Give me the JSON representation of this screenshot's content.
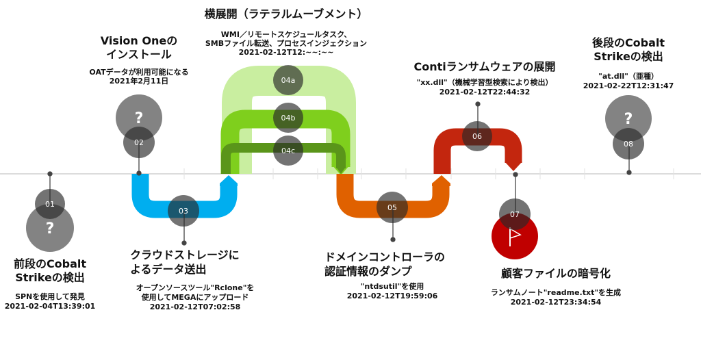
{
  "colors": {
    "blue": "#00aeef",
    "light_green": "#c9eea0",
    "green": "#7fcf1d",
    "dark_green": "#5a951a",
    "orange": "#e06100",
    "red": "#c3260e",
    "alert_red": "#c00000",
    "marker_gray": "#4a4a4a"
  },
  "events": [
    {
      "id": "01",
      "icon": "question-icon",
      "title": [
        "前段のCobalt",
        "Strikeの検出"
      ],
      "desc": [
        "SPNを使用して発見",
        "2021-02-04T13:39:01"
      ]
    },
    {
      "id": "02",
      "icon": "question-icon",
      "title": [
        "Vision Oneの",
        "インストール"
      ],
      "desc": [
        "OATデータが利用可能になる",
        "2021年2月11日"
      ]
    },
    {
      "id": "03",
      "title": [
        "クラウドストレージに",
        "よるデータ送出"
      ],
      "desc": [
        "オープンソースツール\"Rclone\"を",
        "使用してMEGAにアップロード",
        "2021-02-12T07:02:58"
      ]
    },
    {
      "id": "04",
      "markers": [
        "04a",
        "04b",
        "04c"
      ],
      "title": [
        "横展開（ラテラルムーブメント）"
      ],
      "desc": [
        "WMI／リモートスケジュールタスク、",
        "SMBファイル転送、プロセスインジェクション",
        "2021-02-12T12:~~:~~"
      ]
    },
    {
      "id": "05",
      "title": [
        "ドメインコントローラの",
        "認証情報のダンプ"
      ],
      "desc": [
        "\"ntdsutil\"を使用",
        "2021-02-12T19:59:06"
      ]
    },
    {
      "id": "06",
      "title": [
        "Contiランサムウェアの展開"
      ],
      "desc": [
        "\"xx.dll\"（機械学習型検索により検出）",
        "2021-02-12T22:44:32"
      ]
    },
    {
      "id": "07",
      "icon": "flag-icon",
      "title": [
        "顧客ファイルの暗号化"
      ],
      "desc": [
        "ランサムノート\"readme.txt\"を生成",
        "2021-02-12T23:34:54"
      ]
    },
    {
      "id": "08",
      "icon": "question-icon",
      "title": [
        "後段のCobalt",
        "Strikeの検出"
      ],
      "desc": [
        "\"at.dll\"（亜種）",
        "2021-02-22T12:31:47"
      ]
    }
  ],
  "question_mark": "?"
}
